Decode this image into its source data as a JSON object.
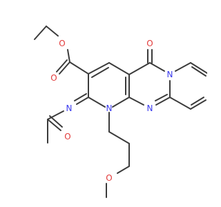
{
  "molecule": {
    "atoms": {
      "ester_carbonyl_o": "O",
      "ester_ether_o": "O",
      "ketone_o": "O",
      "pyrimidinone_n": "N",
      "pyrimidine_n": "N",
      "ring_n1": "N",
      "imine_n": "N",
      "acetyl_o": "O",
      "methoxy_o": "O"
    },
    "colors": {
      "carbon_bond": "#3b3b3b",
      "oxygen": "#e23a3a",
      "nitrogen": "#3a3aee"
    }
  }
}
